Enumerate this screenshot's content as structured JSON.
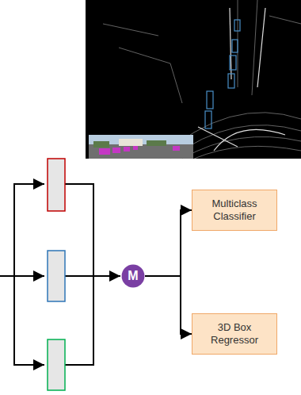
{
  "diagram": {
    "nodes": [
      {
        "text": [
          "M"
        ]
      },
      {
        "text": [
          "Multiclass Classifier"
        ]
      },
      {
        "text": [
          "3D Box Regressor"
        ]
      }
    ],
    "edges": [
      {
        "from": 0,
        "to": 1,
        "arrow": "to"
      },
      {
        "from": 0,
        "to": 2,
        "arrow": "to"
      }
    ]
  }
}
